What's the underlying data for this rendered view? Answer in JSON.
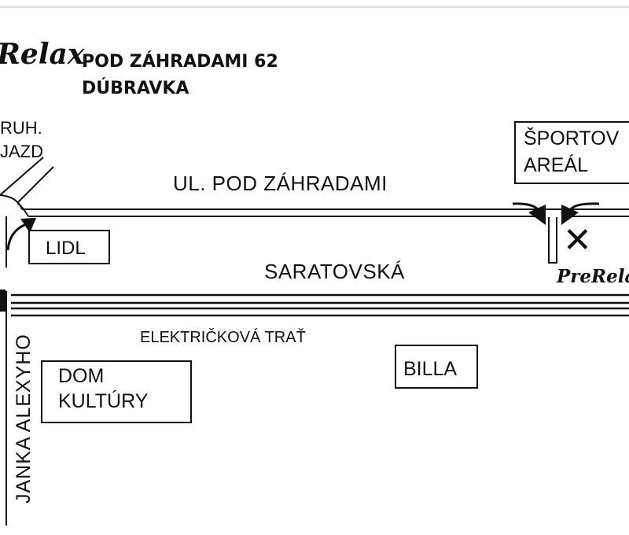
{
  "header": {
    "brand": "Relax",
    "address_line1": "POD ZÁHRADAMI 62",
    "address_line2": "DÚBRAVKA"
  },
  "labels": {
    "side_entry_line1": "RUH.",
    "side_entry_line2": "JAZD",
    "street_top": "UL. POD ZÁHRADAMI",
    "street_main": "SARATOVSKÁ",
    "tram": "ELEKTRIČKOVÁ TRAŤ",
    "street_vertical": "JANKA ALEXYHO",
    "destination_brand": "PreRelax"
  },
  "landmarks": {
    "lidl": "LIDL",
    "billa": "BILLA",
    "dom_kultury_line1": "DOM",
    "dom_kultury_line2": "KULTÚRY",
    "sport_line1": "ŠPORTOV",
    "sport_line2": "AREÁL"
  },
  "marker": {
    "symbol": "✕"
  },
  "colors": {
    "ink": "#111111",
    "background": "#ffffff"
  }
}
